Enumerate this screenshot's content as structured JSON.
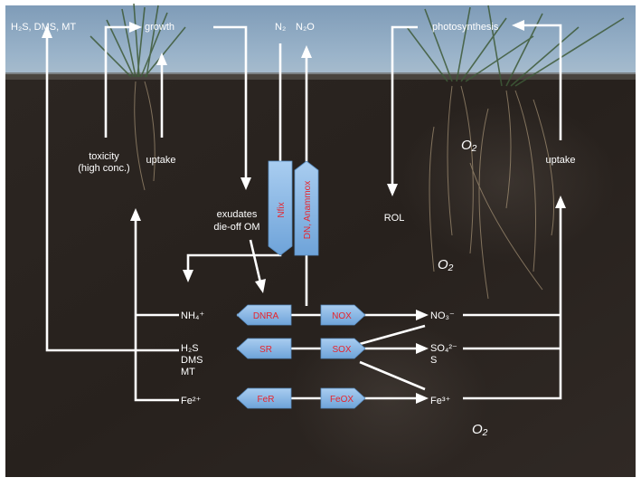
{
  "atmosphere": {
    "gases_left": "H₂S, DMS, MT",
    "growth": "growth",
    "n2": "N₂",
    "n2o": "N₂O",
    "photosynthesis": "photosynthesis"
  },
  "plant_left": {
    "toxicity_line1": "toxicity",
    "toxicity_line2": "(high conc.)",
    "uptake": "uptake",
    "exudates_line1": "exudates",
    "exudates_line2": "die-off OM"
  },
  "plant_right": {
    "rol": "ROL",
    "uptake": "uptake"
  },
  "oxygen": [
    "O₂",
    "O₂",
    "O₂"
  ],
  "species_reduced": {
    "nh4": "NH₄⁺",
    "h2s": "H₂S",
    "dms": "DMS",
    "mt": "MT",
    "fe2": "Fe²⁺"
  },
  "species_oxidized": {
    "no3": "NO₃⁻",
    "so4": "SO₄²⁻",
    "s": "S",
    "fe3": "Fe³⁺"
  },
  "processes": {
    "nfix": "Nfix",
    "dn_anammox": "DN, Anammox",
    "dnra": "DNRA",
    "nox": "NOX",
    "sr": "SR",
    "sox": "SOX",
    "fer": "FeR",
    "feox": "FeOX"
  },
  "colors": {
    "sky": "#8aa6c0",
    "soil": "#2a2420",
    "process_fill": "#7fb0e0",
    "process_text": "#e8242c",
    "arrow": "#ffffff"
  }
}
